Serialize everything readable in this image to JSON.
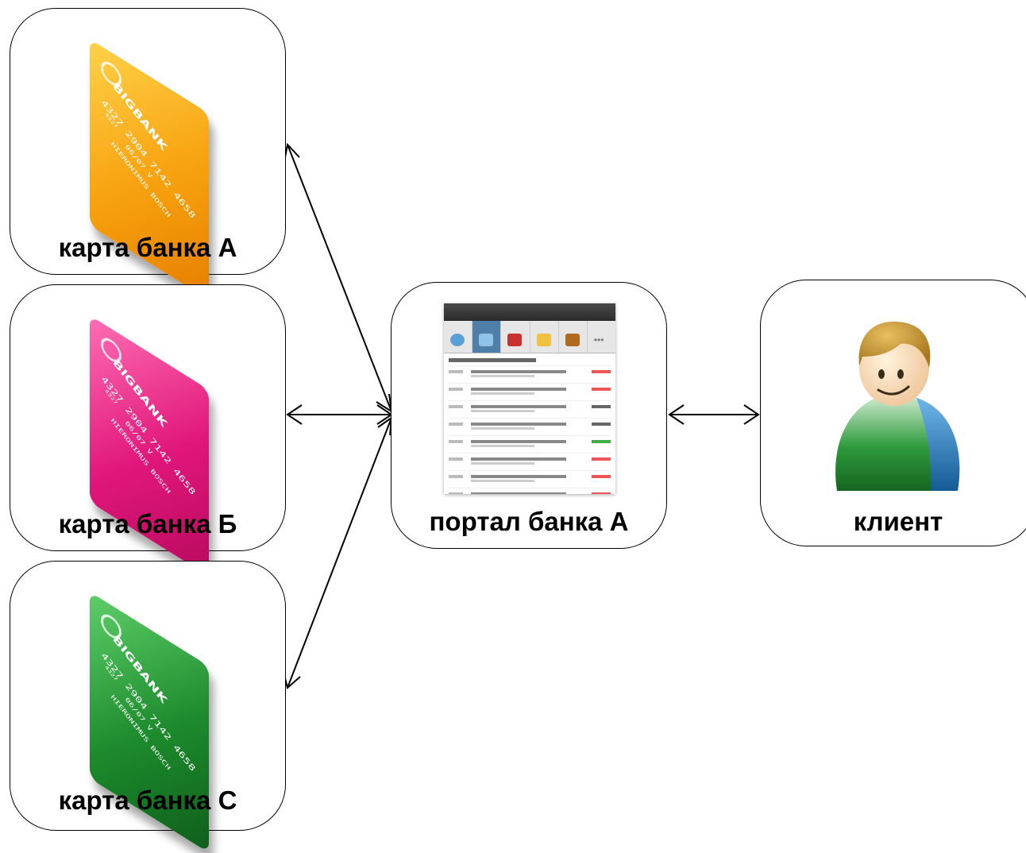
{
  "nodes": {
    "card_a": {
      "label": "карта банка А"
    },
    "card_b": {
      "label": "карта банка Б"
    },
    "card_c": {
      "label": "карта банка С"
    },
    "portal": {
      "label": "портал банка А"
    },
    "client": {
      "label": "клиент"
    }
  },
  "card": {
    "brand": "BIGBANK",
    "number": "4327 2904 7142 4658",
    "number_short": "4327",
    "valid": "06/07 V",
    "holder": "HIERONIMUS BOSCH"
  },
  "colors": {
    "card_a": "#f7a10e",
    "card_b": "#e0167a",
    "card_c": "#1c8a2c",
    "stroke": "#000000"
  }
}
